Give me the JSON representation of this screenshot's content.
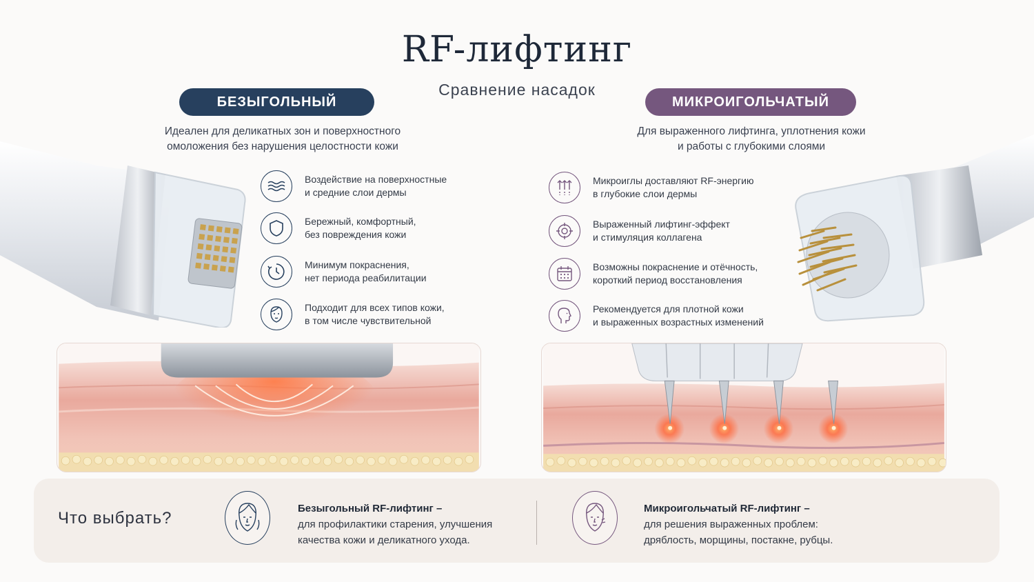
{
  "header": {
    "title": "RF-лифтинг",
    "subtitle": "Сравнение насадок"
  },
  "left": {
    "pill": "БЕЗЫГОЛЬНЫЙ",
    "desc_line1": "Идеален для деликатных зон и поверхностного",
    "desc_line2": "омоложения без нарушения целостности кожи",
    "features": [
      {
        "icon": "waves-icon",
        "l1": "Воздействие на поверхностные",
        "l2": "и средние слои дермы"
      },
      {
        "icon": "shield-icon",
        "l1": "Бережный, комфортный,",
        "l2": "без повреждения кожи"
      },
      {
        "icon": "clock-icon",
        "l1": "Минимум покраснения,",
        "l2": "нет периода реабилитации"
      },
      {
        "icon": "face-icon",
        "l1": "Подходит для всех типов кожи,",
        "l2": "в том числе чувствительной"
      }
    ]
  },
  "right": {
    "pill": "МИКРОИГОЛЬЧАТЫЙ",
    "desc_line1": "Для выраженного лифтинга, уплотнения кожи",
    "desc_line2": "и работы с глубокими слоями",
    "features": [
      {
        "icon": "microneedle-arrows-icon",
        "l1": "Микроиглы доставляют RF-энергию",
        "l2": "в глубокие слои дермы"
      },
      {
        "icon": "target-icon",
        "l1": "Выраженный лифтинг-эффект",
        "l2": "и стимуляция коллагена"
      },
      {
        "icon": "calendar-icon",
        "l1": "Возможны покраснение и отёчность,",
        "l2": "короткий период восстановления"
      },
      {
        "icon": "face-profile-icon",
        "l1": "Рекомендуется для плотной кожи",
        "l2": "и выраженных возрастных изменений"
      }
    ]
  },
  "bottom": {
    "question": "Что выбрать?",
    "left_head": "Безыгольный RF-лифтинг –",
    "left_l1": "для профилактики старения, улучшения",
    "left_l2": "качества кожи и деликатного ухода.",
    "right_head": "Микроигольчатый RF-лифтинг –",
    "right_l1": "для решения выраженных проблем:",
    "right_l2": "дряблость, морщины, постакне, рубцы."
  },
  "colors": {
    "navy": "#27405e",
    "purple": "#75577e",
    "skin": "#efc1b4",
    "gold": "#c9a24e"
  }
}
